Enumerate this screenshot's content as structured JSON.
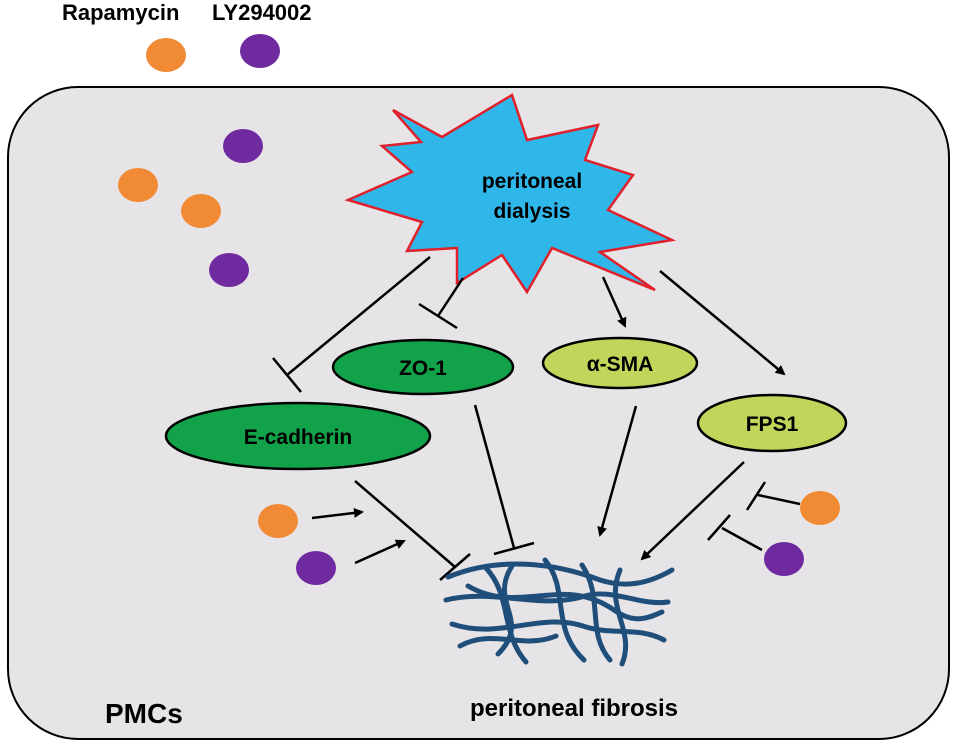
{
  "legend": {
    "rapamycin": {
      "label": "Rapamycin",
      "color": "#f08a35"
    },
    "ly294002": {
      "label": "LY294002",
      "color": "#6f2aa0"
    }
  },
  "cell": {
    "label": "PMCs",
    "fill": "#e6e4e6"
  },
  "stimulus": {
    "line1": "peritoneal",
    "line2": "dialysis",
    "fill": "#2fb7ea",
    "stroke": "#e0202a"
  },
  "nodes": {
    "ecadherin": {
      "label": "E-cadherin",
      "color": "#12a24a"
    },
    "zo1": {
      "label": "ZO-1",
      "color": "#12a24a"
    },
    "asma": {
      "label": "α-SMA",
      "color": "#bfd65a"
    },
    "fps1": {
      "label": "FPS1",
      "color": "#bfd65a"
    }
  },
  "outcome": {
    "label": "peritoneal fibrosis",
    "color": "#1f4e7a"
  }
}
